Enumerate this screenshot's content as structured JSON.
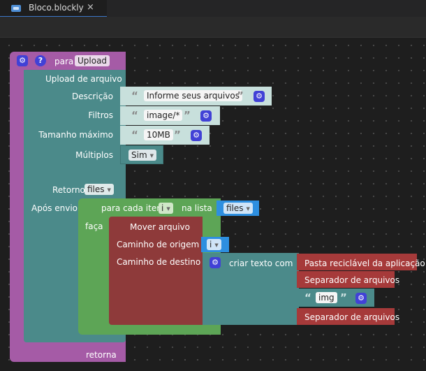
{
  "tab": {
    "title": "Bloco.blockly",
    "close": "×"
  },
  "func": {
    "para": "para",
    "name": "Upload",
    "retorna": "retorna"
  },
  "upload": {
    "title": "Upload de arquivo",
    "descricao": "Descrição",
    "filtros": "Filtros",
    "tamanho": "Tamanho máximo",
    "multiplos": "Múltiplos",
    "retorno": "Retorno",
    "apos": "Após envio",
    "descricao_value": "Informe seus arquivos",
    "filtros_value": "image/*",
    "tamanho_value": "10MB",
    "multiplos_value": "Sim",
    "retorno_value": "files"
  },
  "loop": {
    "label": "para cada item",
    "var": "i",
    "na_lista": "na lista",
    "list_var": "files",
    "faca": "faça"
  },
  "move": {
    "title": "Mover arquivo",
    "origem": "Caminho de origem",
    "destino": "Caminho de destino",
    "origem_var": "i"
  },
  "text_join": {
    "label": "criar texto com",
    "item1": "Pasta reciclável da aplicação",
    "item2": "Separador de arquivos",
    "item3": "img",
    "item4": "Separador de arquivos"
  },
  "quote_open": "“",
  "quote_close": "”",
  "colors": {
    "purple": "#a55ba6",
    "teal": "#4b8a8a",
    "green": "#5da556",
    "red": "#8e3a3a",
    "red_light": "#a63a3a",
    "text_block": "#c8e0dc",
    "blue_var": "#2d8fe0",
    "gear": "#4141d6"
  }
}
